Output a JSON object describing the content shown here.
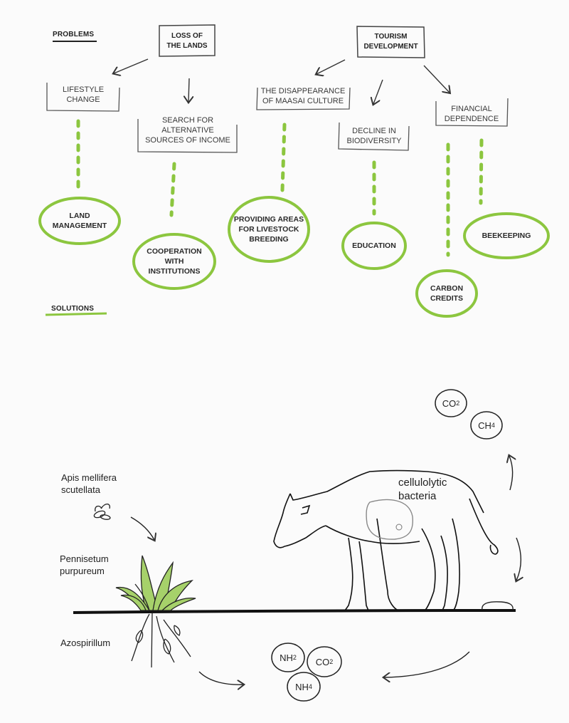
{
  "headers": {
    "problems": "PROBLEMS",
    "solutions": "SOLUTIONS"
  },
  "root_problems": [
    {
      "id": "loss-of-lands",
      "line1": "LOSS OF",
      "line2": "THE LANDS"
    },
    {
      "id": "tourism-development",
      "line1": "TOURISM",
      "line2": "DEVELOPMENT"
    }
  ],
  "problems": [
    {
      "id": "lifestyle-change",
      "line1": "LIFESTYLE",
      "line2": "CHANGE"
    },
    {
      "id": "search-alternative-income",
      "line1": "SEARCH FOR",
      "line2": "ALTERNATIVE",
      "line3": "SOURCES OF INCOME"
    },
    {
      "id": "disappearance-maasai",
      "line1": "THE DISAPPEARANCE",
      "line2": "OF MAASAI CULTURE"
    },
    {
      "id": "decline-biodiversity",
      "line1": "DECLINE IN",
      "line2": "BIODIVERSITY"
    },
    {
      "id": "financial-dependence",
      "line1": "FINANCIAL",
      "line2": "DEPENDENCE"
    }
  ],
  "solutions": [
    {
      "id": "land-management",
      "line1": "LAND",
      "line2": "MANAGEMENT"
    },
    {
      "id": "cooperation-institutions",
      "line1": "COOPERATION",
      "line2": "WITH",
      "line3": "INSTITUTIONS"
    },
    {
      "id": "livestock-areas",
      "line1": "PROVIDING AREAS",
      "line2": "FOR LIVESTOCK",
      "line3": "BREEDING"
    },
    {
      "id": "education",
      "line1": "EDUCATION"
    },
    {
      "id": "carbon-credits",
      "line1": "CARBON",
      "line2": "CREDITS"
    },
    {
      "id": "beekeeping",
      "line1": "BEEKEEPING"
    }
  ],
  "ecosystem": {
    "bee_label": {
      "line1": "Apis mellifera",
      "line2": "scutellata"
    },
    "grass_label": {
      "line1": "Pennisetum",
      "line2": "purpureum"
    },
    "root_label": "Azospirillum",
    "bacteria_label": {
      "line1": "cellulolytic",
      "line2": "bacteria"
    },
    "emissions": [
      {
        "base": "CO",
        "sub": "2"
      },
      {
        "base": "CH",
        "sub": "4"
      }
    ],
    "soil_compounds": [
      {
        "base": "NH",
        "sub": "2"
      },
      {
        "base": "CO",
        "sub": "2"
      },
      {
        "base": "NH",
        "sub": "4"
      }
    ]
  },
  "colors": {
    "accent_green": "#8cc63f",
    "ink": "#222222",
    "box_line": "#555555",
    "background": "#fbfbfb"
  }
}
